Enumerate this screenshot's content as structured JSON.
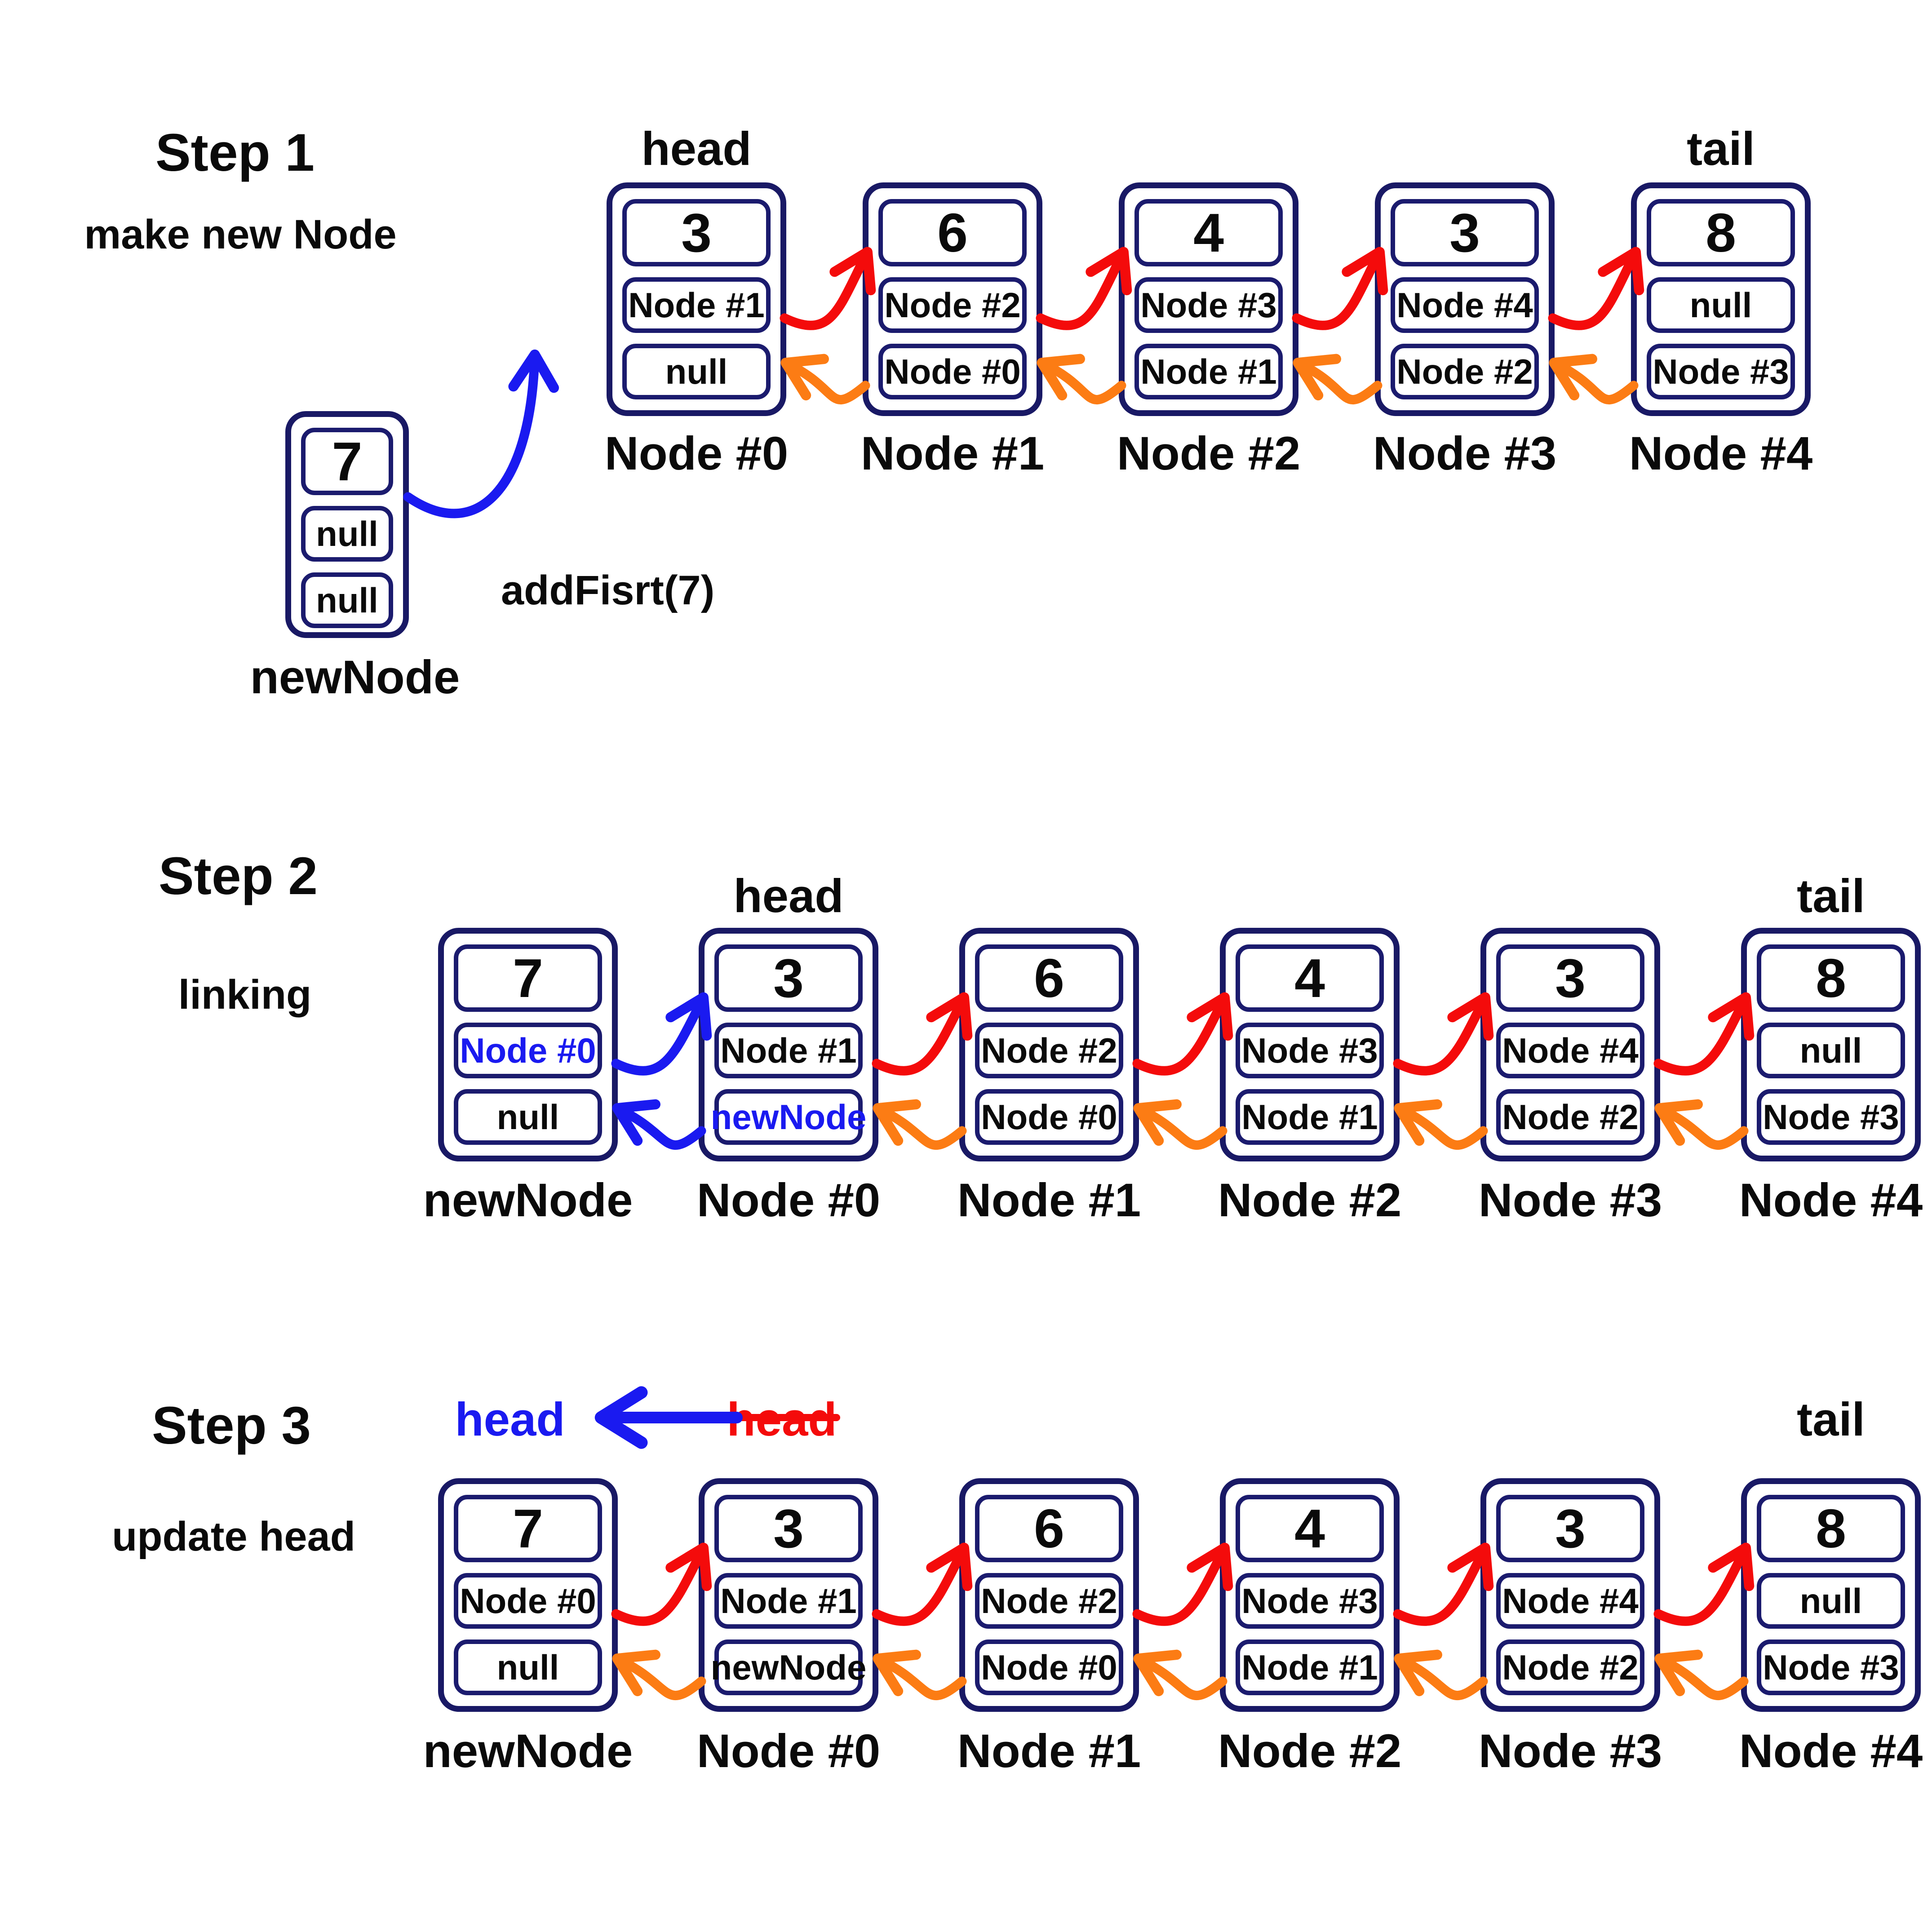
{
  "colors": {
    "navy": "#191965",
    "red": "#f40b0b",
    "orange": "#fc7c14",
    "blue": "#1a1af0",
    "text": "#0a0a0a"
  },
  "steps": [
    {
      "title": "Step 1",
      "subtitle": "make new Node",
      "annotation": "addFisrt(7)",
      "head_label": "head",
      "tail_label": "tail",
      "head_node_index": 0,
      "tail_node_index": 4,
      "side_node": {
        "value": "7",
        "next": "null",
        "prev": "null",
        "label": "newNode"
      },
      "nodes": [
        {
          "value": "3",
          "next": "Node #1",
          "prev": "null",
          "label": "Node #0"
        },
        {
          "value": "6",
          "next": "Node #2",
          "prev": "Node #0",
          "label": "Node #1"
        },
        {
          "value": "4",
          "next": "Node #3",
          "prev": "Node #1",
          "label": "Node #2"
        },
        {
          "value": "3",
          "next": "Node #4",
          "prev": "Node #2",
          "label": "Node #3"
        },
        {
          "value": "8",
          "next": "null",
          "prev": "Node #3",
          "label": "Node #4"
        }
      ],
      "forward_link_colors": [
        "red",
        "red",
        "red",
        "red"
      ],
      "backward_link_colors": [
        "orange",
        "orange",
        "orange",
        "orange"
      ]
    },
    {
      "title": "Step 2",
      "subtitle": "linking",
      "head_label": "head",
      "tail_label": "tail",
      "head_node_index": 1,
      "tail_node_index": 5,
      "nodes": [
        {
          "value": "7",
          "next": "Node #0",
          "prev": "null",
          "label": "newNode",
          "next_highlight": true
        },
        {
          "value": "3",
          "next": "Node #1",
          "prev": "newNode",
          "label": "Node #0",
          "prev_highlight": true
        },
        {
          "value": "6",
          "next": "Node #2",
          "prev": "Node #0",
          "label": "Node #1"
        },
        {
          "value": "4",
          "next": "Node #3",
          "prev": "Node #1",
          "label": "Node #2"
        },
        {
          "value": "3",
          "next": "Node #4",
          "prev": "Node #2",
          "label": "Node #3"
        },
        {
          "value": "8",
          "next": "null",
          "prev": "Node #3",
          "label": "Node #4"
        }
      ],
      "forward_link_colors": [
        "blue",
        "red",
        "red",
        "red",
        "red"
      ],
      "backward_link_colors": [
        "blue",
        "orange",
        "orange",
        "orange",
        "orange"
      ]
    },
    {
      "title": "Step 3",
      "subtitle": "update head",
      "new_head_label": "head",
      "old_head_label": "head",
      "tail_label": "tail",
      "tail_node_index": 5,
      "nodes": [
        {
          "value": "7",
          "next": "Node #0",
          "prev": "null",
          "label": "newNode"
        },
        {
          "value": "3",
          "next": "Node #1",
          "prev": "newNode",
          "label": "Node #0"
        },
        {
          "value": "6",
          "next": "Node #2",
          "prev": "Node #0",
          "label": "Node #1"
        },
        {
          "value": "4",
          "next": "Node #3",
          "prev": "Node #1",
          "label": "Node #2"
        },
        {
          "value": "3",
          "next": "Node #4",
          "prev": "Node #2",
          "label": "Node #3"
        },
        {
          "value": "8",
          "next": "null",
          "prev": "Node #3",
          "label": "Node #4"
        }
      ],
      "forward_link_colors": [
        "red",
        "red",
        "red",
        "red",
        "red"
      ],
      "backward_link_colors": [
        "orange",
        "orange",
        "orange",
        "orange",
        "orange"
      ]
    }
  ]
}
